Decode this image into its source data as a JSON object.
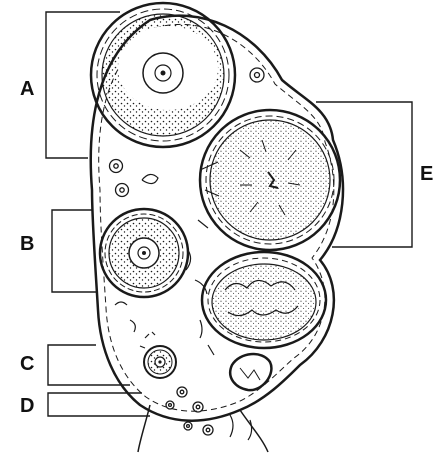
{
  "labels": {
    "a": "A",
    "b": "B",
    "c": "C",
    "d": "D",
    "e": "E"
  },
  "colors": {
    "ink": "#1a1a1a",
    "paper": "#ffffff"
  }
}
